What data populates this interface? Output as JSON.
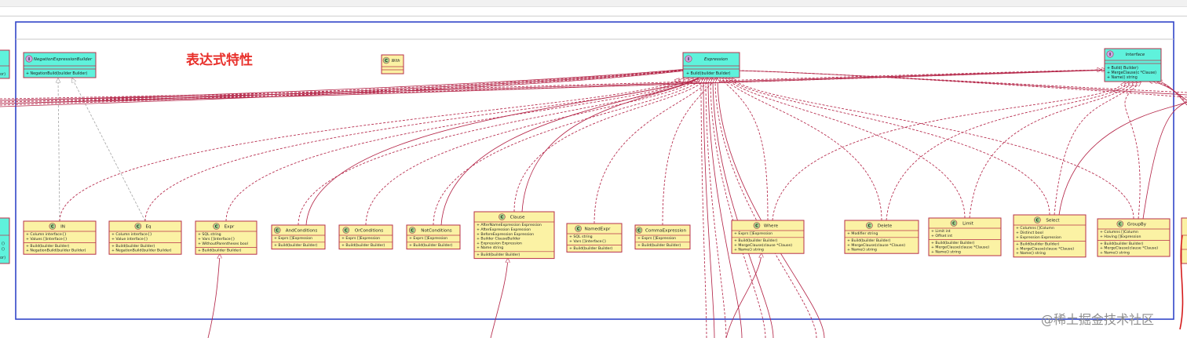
{
  "diagram": {
    "title": "表达式特性",
    "watermark": "@稀土掘金技术社区"
  },
  "interfaces": {
    "negation": {
      "stereo": "I",
      "name": "NegationExpressionBuilder",
      "methods": [
        "+ NegationBuild(builder Builder)"
      ]
    },
    "expression": {
      "stereo": "I",
      "name": "Expression",
      "methods": [
        "+ Build(builder Builder)"
      ]
    },
    "interface": {
      "stereo": "I",
      "name": "Interface",
      "methods": [
        "+ Build( Builder)",
        "+ MergeClause(c *Clause)",
        "+ Name() string"
      ]
    },
    "with": {
      "stereo": "C",
      "name": "With"
    }
  },
  "classes": [
    {
      "name": "IN",
      "fields": [
        "+ Column interface{}",
        "+ Values []interface{}"
      ],
      "methods": [
        "+ Build(builder Builder)",
        "+ NegationBuild(builder Builder)"
      ]
    },
    {
      "name": "Eq",
      "fields": [
        "+ Column interface{}",
        "+ Value interface{}"
      ],
      "methods": [
        "+ Build(builder Builder)",
        "+ NegationBuild(builder Builder)"
      ]
    },
    {
      "name": "Expr",
      "fields": [
        "+ SQL string",
        "+ Vars []interface{}",
        "+ WithoutParentheses bool"
      ],
      "methods": [
        "+ Build(builder Builder)"
      ]
    },
    {
      "name": "AndConditions",
      "fields": [
        "+ Exprs []Expression"
      ],
      "methods": [
        "+ Build(builder Builder)"
      ]
    },
    {
      "name": "OrConditions",
      "fields": [
        "+ Exprs []Expression"
      ],
      "methods": [
        "+ Build(builder Builder)"
      ]
    },
    {
      "name": "NotConditions",
      "fields": [
        "+ Exprs []Expression"
      ],
      "methods": [
        "+ Build(builder Builder)"
      ]
    },
    {
      "name": "Clause",
      "fields": [
        "+ AfterNameExpression Expression",
        "+ AfterExpression Expression",
        "+ BeforeExpression Expression",
        "+ Builder ClauseBuilder",
        "+ Expression Expression",
        "+ Name string"
      ],
      "methods": [
        "+ Build(builder Builder)"
      ]
    },
    {
      "name": "NamedExpr",
      "fields": [
        "+ SQL string",
        "+ Vars []interface{}"
      ],
      "methods": [
        "+ Build(builder Builder)"
      ]
    },
    {
      "name": "CommaExpression",
      "fields": [
        "+ Exprs []Expression"
      ],
      "methods": [
        "+ Build(builder Builder)"
      ]
    },
    {
      "name": "Where",
      "fields": [
        "+ Exprs []Expression"
      ],
      "methods": [
        "+ Build(builder Builder)",
        "+ MergeClause(clause *Clause)",
        "+ Name() string"
      ]
    },
    {
      "name": "Delete",
      "fields": [
        "+ Modifier string"
      ],
      "methods": [
        "+ Build(builder Builder)",
        "+ MergeClause(clause *Clause)",
        "+ Name() string"
      ]
    },
    {
      "name": "Limit",
      "fields": [
        "+ Limit int",
        "+ Offset int"
      ],
      "methods": [
        "+ Build(builder Builder)",
        "+ MergeClause(clause *Clause)",
        "+ Name() string"
      ]
    },
    {
      "name": "Select",
      "fields": [
        "+ Columns []Column",
        "+ Distinct bool",
        "+ Expression Expression"
      ],
      "methods": [
        "+ Build(builder Builder)",
        "+ MergeClause(clause *Clause)",
        "+ Name() string"
      ]
    },
    {
      "name": "GroupBy",
      "fields": [
        "+ Columns []Column",
        "+ Having []Expression"
      ],
      "methods": [
        "+ Build(builder Builder)",
        "+ MergeClause(clause *Clause)",
        "+ Name() string"
      ]
    }
  ],
  "edge_partials": {
    "left_top": {
      "method": "or)"
    },
    "left_bottom": {
      "methods": [
        "()",
        "()",
        "or)"
      ]
    }
  },
  "colors": {
    "class_fill": "#fbf2a4",
    "class_border": "#b7304a",
    "interface_fill": "#5ff2dc",
    "icon_class": "#a7d98d",
    "icon_interface": "#c8a8e8",
    "arrow": "#b5284a",
    "frame": "#3246c8",
    "title": "#e8302b"
  }
}
